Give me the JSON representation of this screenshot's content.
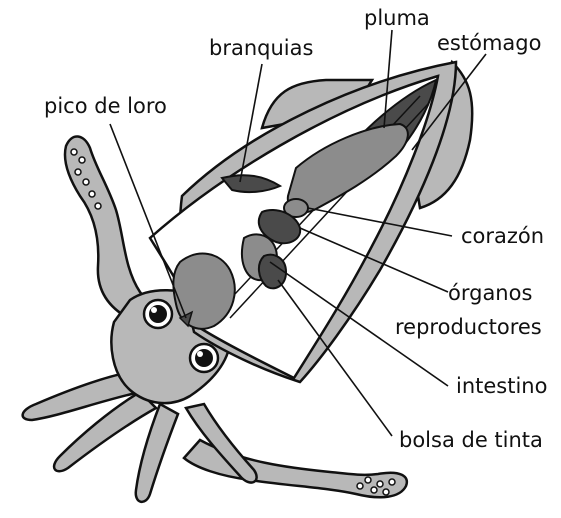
{
  "labels": {
    "pluma": "pluma",
    "estomago": "estómago",
    "branquias": "branquias",
    "pico_de_loro": "pico de loro",
    "corazon": "corazón",
    "organos": "órganos",
    "reproductores": "reproductores",
    "intestino": "intestino",
    "bolsa_de_tinta": "bolsa de tinta"
  },
  "colors": {
    "body_fill": "#b8b8b8",
    "organ_fill": "#8c8c8c",
    "dark_organ_fill": "#4a4a4a",
    "mantle_cut": "#ffffff",
    "outline": "#111111",
    "leader_line": "#111111"
  }
}
